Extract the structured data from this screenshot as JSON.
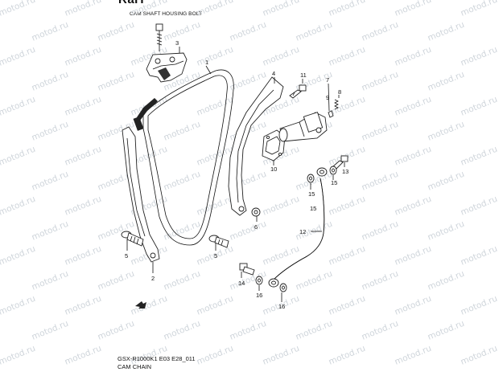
{
  "header": {
    "top_clipped_text": "RaIT",
    "subtitle": "CAM SHAFT HOUSING BOLT"
  },
  "footer": {
    "diagram_code": "GSX-R1000K1 E03 E28_011",
    "diagram_title": "CAM CHAIN"
  },
  "watermark": {
    "text": "motod.ru",
    "color": "#cfd5db"
  },
  "callouts": {
    "c1": "1",
    "c2": "2",
    "c3": "3",
    "c4": "4",
    "c5a": "5",
    "c5b": "5",
    "c6": "6",
    "c7": "7",
    "c8": "8",
    "c9": "9",
    "c10": "10",
    "c11": "11",
    "c12": "12",
    "c13": "13",
    "c14": "14",
    "c15a": "15",
    "c15b": "15",
    "c15c": "15",
    "c16a": "16",
    "c16b": "16"
  }
}
